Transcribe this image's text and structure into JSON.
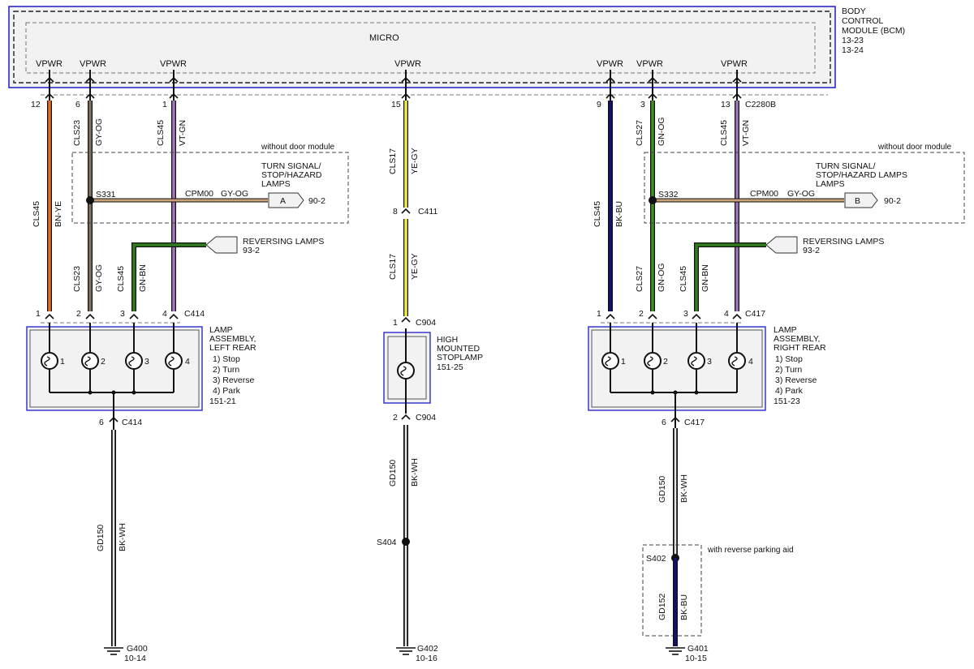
{
  "module": {
    "title_lines": [
      "BODY",
      "CONTROL",
      "MODULE (BCM)",
      "13-23",
      "13-24"
    ],
    "micro": "MICRO",
    "vpwr": "VPWR"
  },
  "module_pins": [
    "12",
    "6",
    "1",
    "15",
    "9",
    "3",
    "13"
  ],
  "connectors": {
    "c2280b": "C2280B",
    "c414": "C414",
    "c417": "C417",
    "c411": "C411",
    "c904": "C904"
  },
  "pins": {
    "lamp_left": [
      "1",
      "2",
      "3",
      "4"
    ],
    "lamp_right": [
      "1",
      "2",
      "3",
      "4"
    ],
    "c411": "8",
    "c904_top": "1",
    "c904_bottom": "2",
    "c414_ground": "6",
    "c417_ground": "6"
  },
  "circuits": {
    "cls45": "CLS45",
    "cls23": "CLS23",
    "cls17": "CLS17",
    "cls27": "CLS27",
    "gd150": "GD150",
    "gd152": "GD152",
    "cpm00": "CPM00"
  },
  "wire_colors": {
    "bn_ye": "BN-YE",
    "gy_og": "GY-OG",
    "vt_gn": "VT-GN",
    "gn_bn": "GN-BN",
    "ye_gy": "YE-GY",
    "bk_bu": "BK-BU",
    "gn_og": "GN-OG",
    "bk_wh": "BK-WH"
  },
  "colors": {
    "module_border": "#2b2bc8",
    "brown_yellow": "#e8701a",
    "gray_orange": "#847260",
    "violet_green": "#a078b8",
    "green_brown": "#2f7d1e",
    "yellow_gray": "#f1ec4a",
    "black_blue": "#13136e",
    "green_orange": "#3f8f2a",
    "orange_tan": "#c9a078",
    "black": "#111111"
  },
  "splices": {
    "s331": "S331",
    "s332": "S332",
    "s404": "S404",
    "s402": "S402"
  },
  "notes": {
    "without_door_module": "without door module",
    "with_reverse_parking_aid": "with reverse parking aid"
  },
  "references": {
    "turn_left_lines": [
      "TURN SIGNAL/",
      "STOP/HAZARD",
      "LAMPS"
    ],
    "turn_left_flag": "A",
    "turn_left_page": "90-2",
    "turn_right_lines": [
      "TURN SIGNAL/",
      "STOP/HAZARD LAMPS",
      "LAMPS"
    ],
    "turn_right_flag": "B",
    "turn_right_page": "90-2",
    "reversing": "REVERSING LAMPS",
    "reversing_page": "93-2"
  },
  "lamps": {
    "left": {
      "lines": [
        "LAMP",
        "ASSEMBLY,",
        "LEFT REAR",
        "1) Stop",
        "2) Turn",
        "3) Reverse",
        "4) Park",
        "151-21"
      ],
      "bulbs": [
        "1",
        "2",
        "3",
        "4"
      ]
    },
    "right": {
      "lines": [
        "LAMP",
        "ASSEMBLY,",
        "RIGHT REAR",
        "1) Stop",
        "2) Turn",
        "3) Reverse",
        "4) Park",
        "151-23"
      ],
      "bulbs": [
        "1",
        "2",
        "3",
        "4"
      ]
    },
    "center": {
      "lines": [
        "HIGH",
        "MOUNTED",
        "STOPLAMP",
        "151-25"
      ]
    }
  },
  "grounds": {
    "g400": "G400",
    "g400_page": "10-14",
    "g402": "G402",
    "g402_page": "10-16",
    "g401": "G401",
    "g401_page": "10-15"
  }
}
